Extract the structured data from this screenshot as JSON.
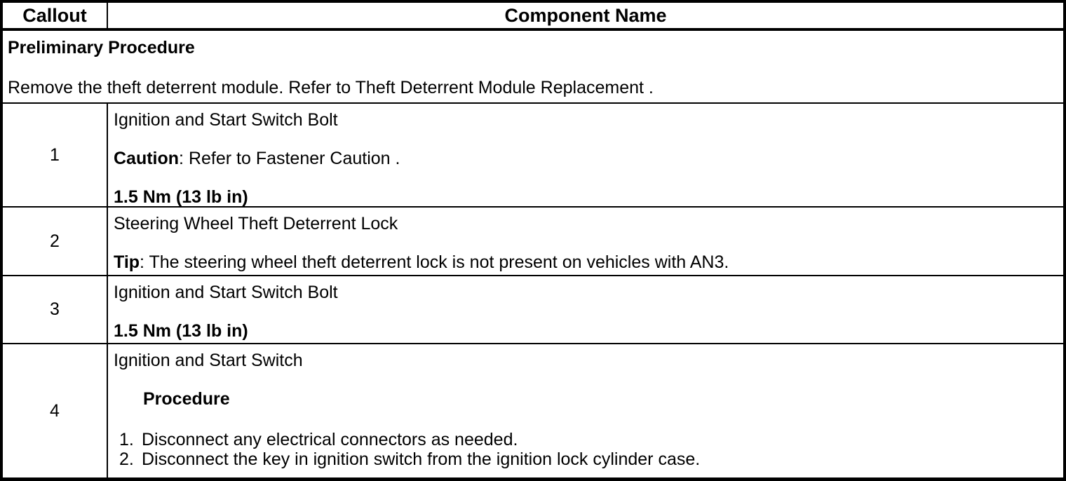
{
  "table": {
    "header": {
      "callout": "Callout",
      "component": "Component Name"
    },
    "preliminary": {
      "title": "Preliminary Procedure",
      "text": "Remove the theft deterrent module. Refer to Theft Deterrent Module Replacement ."
    },
    "rows": [
      {
        "callout": "1",
        "name": "Ignition and Start Switch Bolt",
        "note_label": "Caution",
        "note_text": ": Refer to Fastener Caution .",
        "torque": "1.5 Nm (13 lb in)"
      },
      {
        "callout": "2",
        "name": "Steering Wheel Theft Deterrent Lock",
        "note_label": "Tip",
        "note_text": ": The steering wheel theft deterrent lock is not present on vehicles with AN3."
      },
      {
        "callout": "3",
        "name": "Ignition and Start Switch Bolt",
        "torque": "1.5 Nm (13 lb in)"
      },
      {
        "callout": "4",
        "name": "Ignition and Start Switch",
        "procedure_title": "Procedure",
        "steps": [
          {
            "num": "1.",
            "text": "Disconnect any electrical connectors as needed."
          },
          {
            "num": "2.",
            "text": "Disconnect the key in ignition switch from the ignition lock cylinder case."
          }
        ]
      }
    ]
  }
}
